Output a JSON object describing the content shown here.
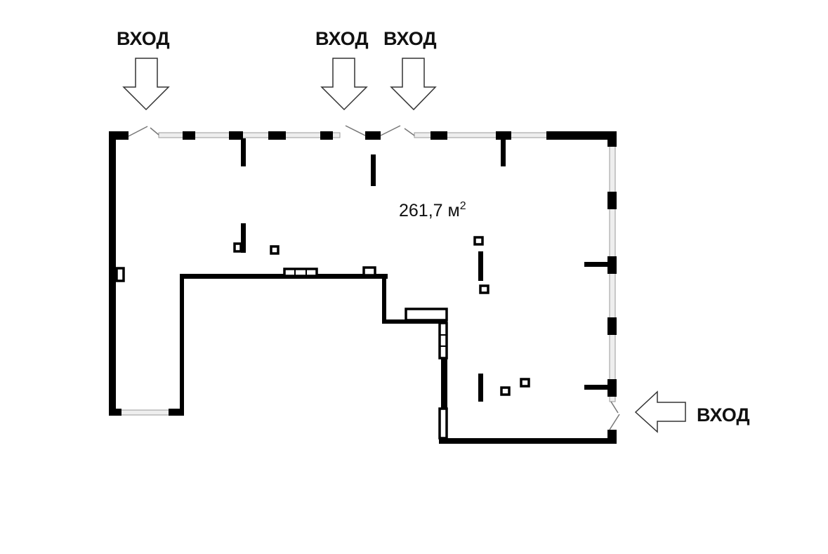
{
  "plan": {
    "entrances": [
      {
        "label": "ВХОД",
        "direction": "down"
      },
      {
        "label": "ВХОД",
        "direction": "down"
      },
      {
        "label": "ВХОД",
        "direction": "down"
      },
      {
        "label": "ВХОД",
        "direction": "left"
      }
    ],
    "area": {
      "value": "261,7 м",
      "unit_sup": "2"
    },
    "colors": {
      "wall": "#000000",
      "glass": "#bdbdbd",
      "background": "#ffffff"
    }
  }
}
